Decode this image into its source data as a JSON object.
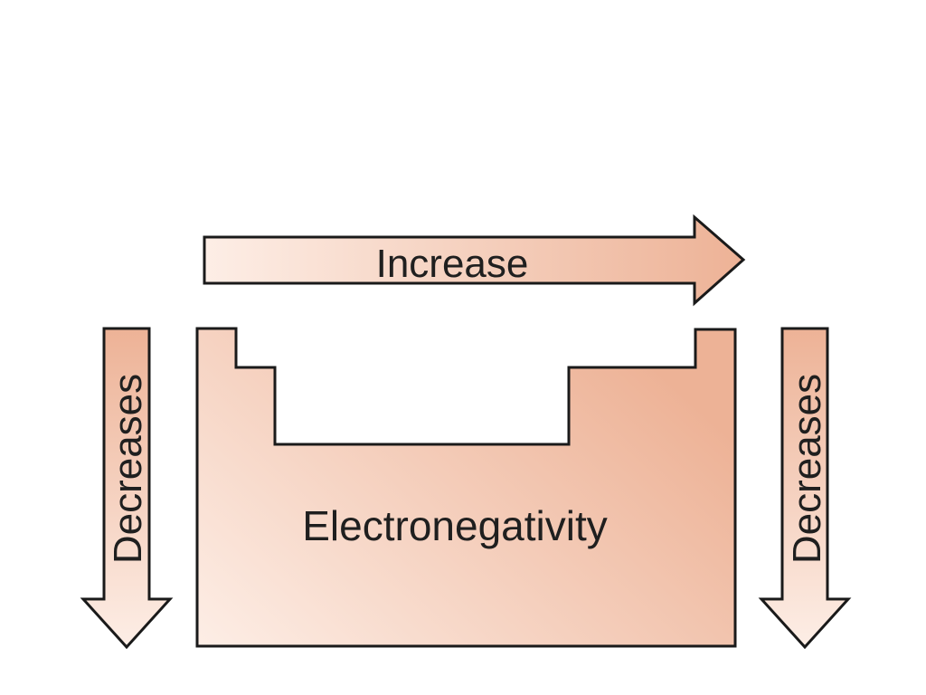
{
  "diagram": {
    "horizontal_arrow_label": "Increase",
    "left_arrow_label": "Decreases",
    "right_arrow_label": "Decreases",
    "table_label": "Electronegativity"
  },
  "colors": {
    "fill_light": "#fdeee6",
    "fill_dark": "#edb296",
    "stroke": "#1a1a1a",
    "text": "#1f1f1f",
    "background": "#ffffff"
  }
}
